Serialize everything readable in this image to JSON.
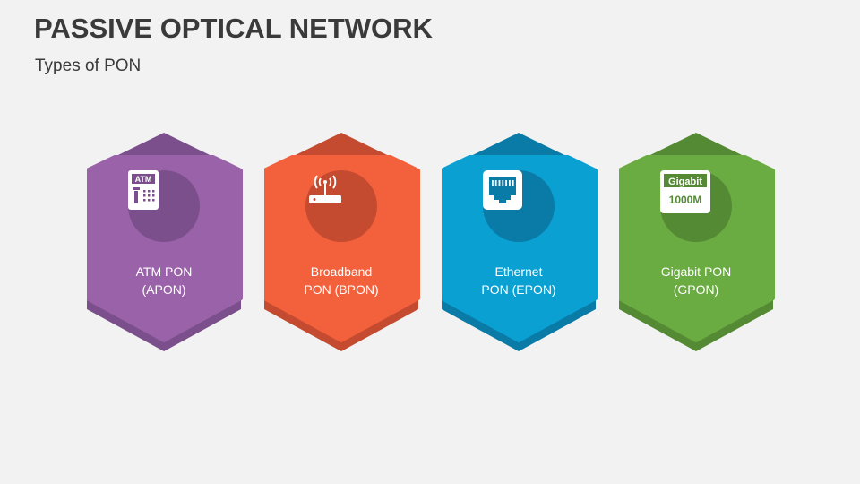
{
  "title": "PASSIVE OPTICAL NETWORK",
  "subtitle": "Types of PON",
  "cards": [
    {
      "line1": "ATM PON",
      "line2": "(APON)",
      "icon": "atm-icon",
      "icon_text": "ATM",
      "light": "#9a62a8",
      "dark": "#7b4f8b"
    },
    {
      "line1": "Broadband",
      "line2": "PON (BPON)",
      "icon": "router-icon",
      "light": "#f2603c",
      "dark": "#c54b30"
    },
    {
      "line1": "Ethernet",
      "line2": "PON (EPON)",
      "icon": "ethernet-port-icon",
      "light": "#0ba0d2",
      "dark": "#0a7ba6"
    },
    {
      "line1": "Gigabit PON",
      "line2": "(GPON)",
      "icon": "gigabit-icon",
      "icon_text": "Gigabit",
      "icon_text2": "1000M",
      "light": "#6aab42",
      "dark": "#548a34"
    }
  ]
}
